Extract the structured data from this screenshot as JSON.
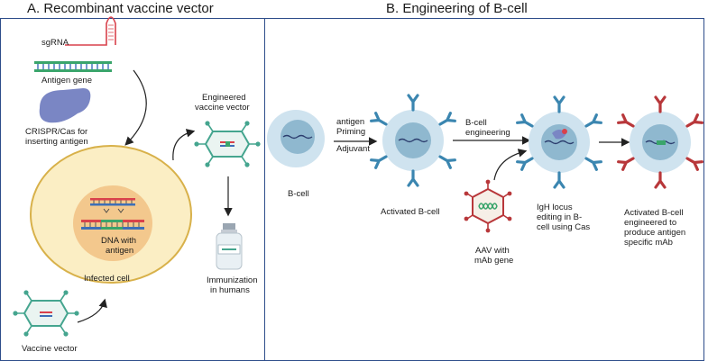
{
  "panel_a": {
    "title": "A. Recombinant vaccine vector",
    "labels": {
      "sgrna": "sgRNA",
      "antigen_gene": "Antigen gene",
      "crispr_line1": "CRISPR/Cas for",
      "crispr_line2": "inserting antigen",
      "dna_line1": "DNA with",
      "dna_line2": "antigen",
      "infected_cell": "Infected cell",
      "vaccine_vector": "Vaccine vector",
      "engineered_line1": "Engineered",
      "engineered_line2": "vaccine vector",
      "immunization_line1": "Immunization",
      "immunization_line2": "in humans"
    }
  },
  "panel_b": {
    "title": "B. Engineering of B-cell",
    "labels": {
      "b_cell": "B-cell",
      "priming_1": "antigen",
      "priming_2": "Priming",
      "priming_3": "Adjuvant",
      "activated_b_cell": "Activated B-cell",
      "eng_1": "B-cell",
      "eng_2": "engineering",
      "aav_1": "AAV with",
      "aav_2": "mAb gene",
      "igh_1": "IgH locus",
      "igh_2": "editing in  B-",
      "igh_3": "cell using Cas",
      "final_1": "Activated B-cell",
      "final_2": "engineered to",
      "final_3": "produce antigen",
      "final_4": "specific mAb"
    }
  },
  "colors": {
    "border": "#2e4d8a",
    "cell_outer": "#cfe3ef",
    "cell_inner": "#8fb8cf",
    "antibody_blue": "#3b86b0",
    "antibody_red": "#b8373a",
    "infected_cell_fill": "#fbeec4",
    "infected_nucleus": "#f3c88d",
    "crispr": "#7a86c4"
  }
}
